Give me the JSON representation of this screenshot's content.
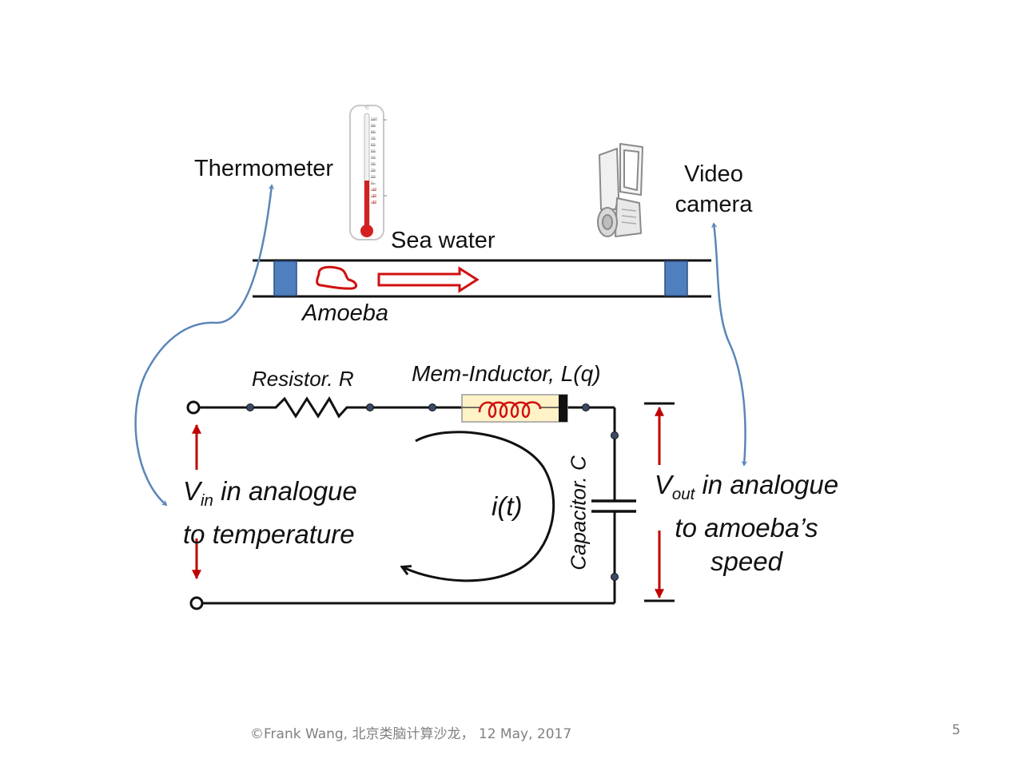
{
  "labels": {
    "thermometer": "Thermometer",
    "video_camera_line1": "Video",
    "video_camera_line2": "camera",
    "sea_water": "Sea water",
    "amoeba": "Amoeba",
    "resistor": "Resistor. R",
    "mem_inductor": "Mem-Inductor, L(q)",
    "capacitor": "Capacitor. C",
    "current": "i(t)",
    "vin_symbol": "V",
    "vin_sub": "in",
    "vin_rest": " in analogue",
    "vin_line2": "to temperature",
    "vout_symbol": "V",
    "vout_sub": "out",
    "vout_rest": " in analogue",
    "vout_line2": "to amoeba’s",
    "vout_line3": "speed"
  },
  "thermometer_scale": {
    "unit": "°C",
    "ticks": [
      "100",
      "90",
      "80",
      "70",
      "60",
      "50",
      "40",
      "30",
      "20",
      "10",
      "0",
      "-10",
      "-20",
      "-30"
    ]
  },
  "footer": {
    "credit": "©Frank Wang, 北京类脑计算沙龙，  12 May, 2017",
    "page_number": "5"
  },
  "colors": {
    "wire": "#111111",
    "node": "#3a4a66",
    "arrow_red": "#c00000",
    "arrow_blue": "#5b86b8",
    "plug_blue": "#4f7fbf",
    "inductor_body": "#fff2c6"
  }
}
